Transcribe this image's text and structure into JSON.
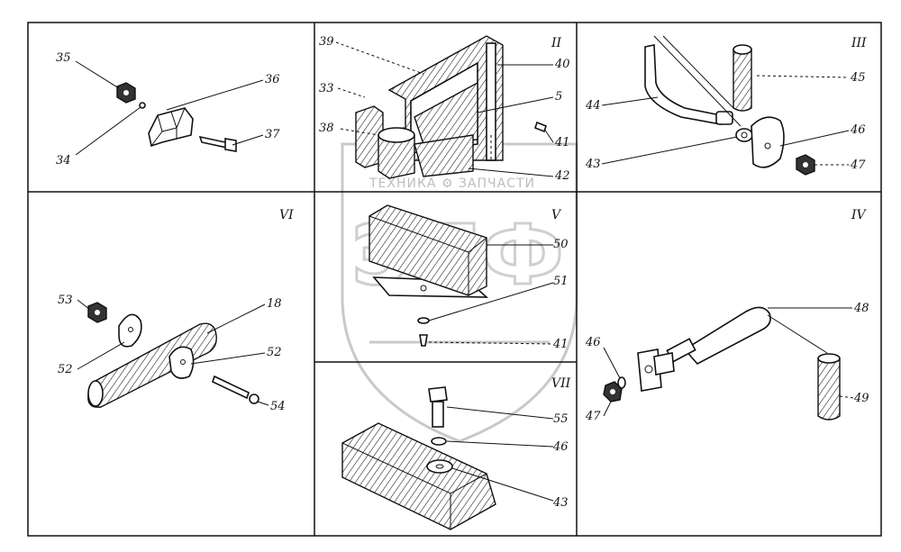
{
  "panels": [
    {
      "id": "I",
      "numeral": ""
    },
    {
      "id": "II",
      "numeral": "II"
    },
    {
      "id": "III",
      "numeral": "III"
    },
    {
      "id": "IV",
      "numeral": "IV"
    },
    {
      "id": "V",
      "numeral": "V"
    },
    {
      "id": "VI",
      "numeral": "VI"
    },
    {
      "id": "VII",
      "numeral": "VII"
    }
  ],
  "callouts": {
    "p35": "35",
    "p34": "34",
    "p36": "36",
    "p37": "37",
    "p39": "39",
    "p33": "33",
    "p38": "38",
    "p40": "40",
    "p5": "5",
    "p41a": "41",
    "p42": "42",
    "p44": "44",
    "p45": "45",
    "p46a": "46",
    "p43a": "43",
    "p47a": "47",
    "p53": "53",
    "p52a": "52",
    "p18": "18",
    "p52b": "52",
    "p54": "54",
    "p50": "50",
    "p51": "51",
    "p41b": "41",
    "p48": "48",
    "p46b": "46",
    "p47b": "47",
    "p49": "49",
    "p55": "55",
    "p46c": "46",
    "p43b": "43"
  },
  "watermark": {
    "caption": "ТЕХНИКА ⚙ ЗАПЧАСТИ",
    "logo": "ЭПФ"
  }
}
